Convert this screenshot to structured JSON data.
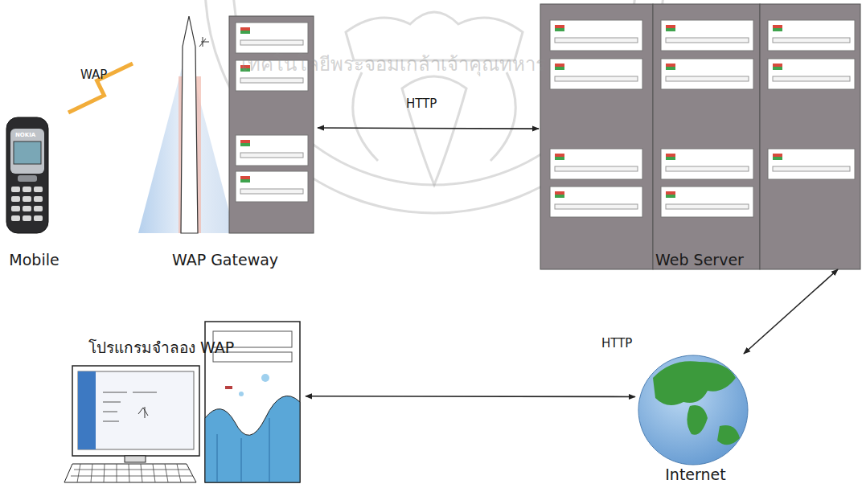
{
  "diagram": {
    "nodes": [
      {
        "text": [
          "Mobile"
        ]
      },
      {
        "text": [
          "WAP Gateway"
        ]
      },
      {
        "text": [
          "Web Server"
        ]
      },
      {
        "text": [
          "โปรแกรมจำลอง WAP"
        ]
      },
      {
        "text": [
          "Internet"
        ]
      }
    ],
    "edges": [
      {
        "from": 0,
        "to": 1,
        "label": "WAP",
        "arrow": "none"
      },
      {
        "from": 1,
        "to": 2,
        "label": "HTTP",
        "arrow": "both"
      },
      {
        "from": 2,
        "to": 4,
        "arrow": "both"
      },
      {
        "from": 3,
        "to": 4,
        "label": "HTTP",
        "arrow": "both"
      }
    ],
    "labels": [
      "NOKIA",
      "เทคโนโลยีพระจอมเกล้าเจ้าคุณทหาร"
    ]
  }
}
